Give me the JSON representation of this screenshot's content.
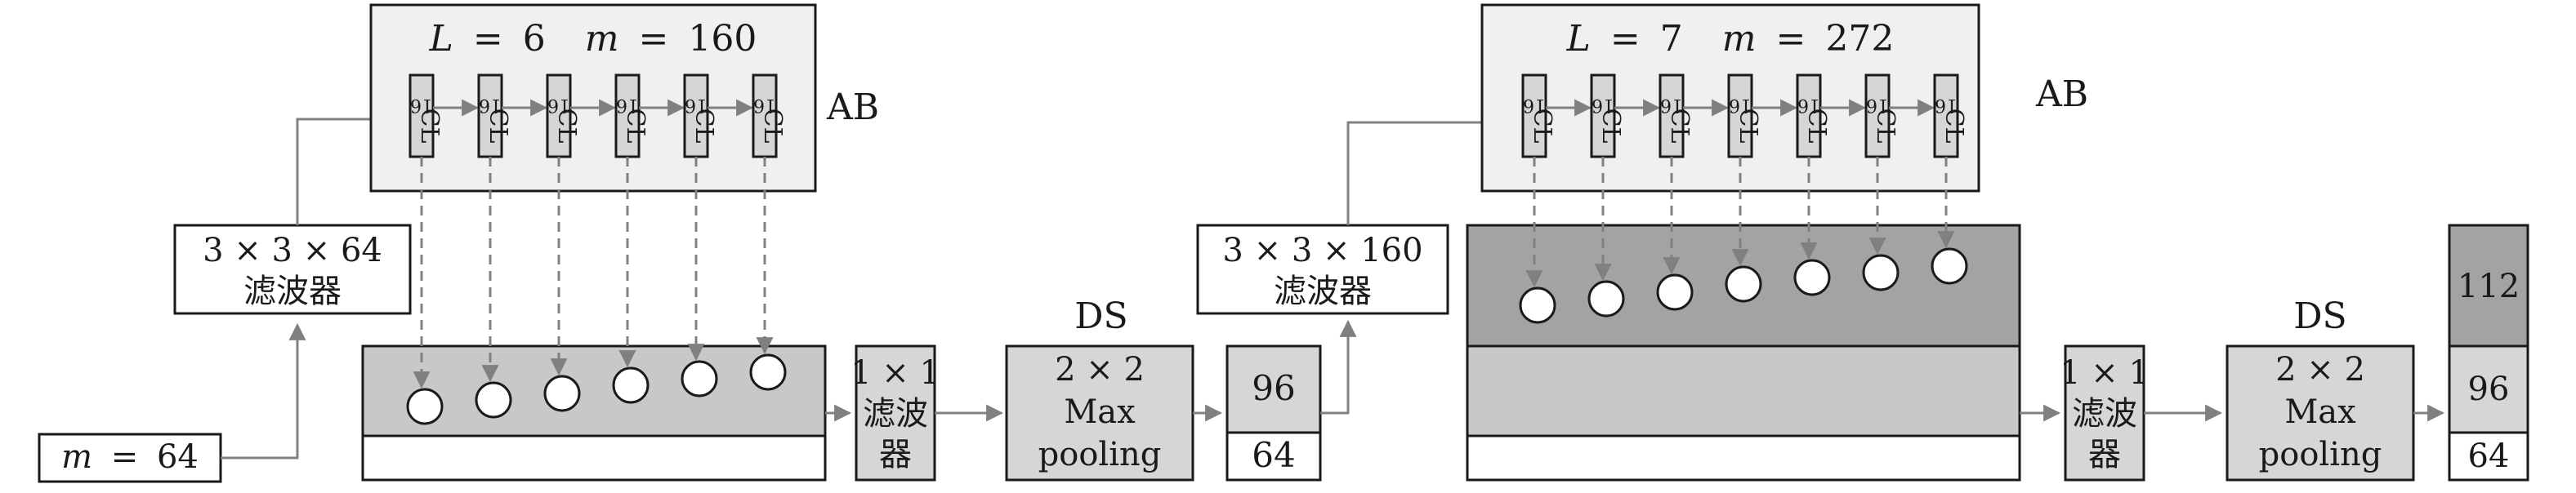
{
  "colors": {
    "stroke": "#1a1a1a",
    "arrow": "#808080",
    "block_fill": "#f0f0f0",
    "unit_fill": "#d6d6d6",
    "light_fill": "#c8c8c8",
    "dark_fill": "#a3a3a3"
  },
  "left": {
    "input": {
      "var": "m",
      "eq": "=",
      "num": "64"
    },
    "filter": {
      "line1": "3 × 3 × 64",
      "line2": "滤波器"
    },
    "block": {
      "L_var": "L",
      "L_eq": "=",
      "L_val": "6",
      "m_var": "m",
      "m_eq": "=",
      "m_val": "160",
      "unit_top": "16",
      "unit_bottom": "CL",
      "side_label": "AB"
    },
    "conv1x1": {
      "line1": "1 × 1",
      "line2": "滤波",
      "line3": "器"
    },
    "ds": {
      "label": "DS",
      "line1": "2 × 2",
      "line2": "Max",
      "line3": "pooling"
    },
    "out": {
      "top": "96",
      "bottom": "64"
    }
  },
  "right": {
    "filter": {
      "line1": "3 × 3 × 160",
      "line2": "滤波器"
    },
    "block": {
      "L_var": "L",
      "L_eq": "=",
      "L_val": "7",
      "m_var": "m",
      "m_eq": "=",
      "m_val": "272",
      "unit_top": "16",
      "unit_bottom": "CL",
      "side_label": "AB"
    },
    "conv1x1": {
      "line1": "1 × 1",
      "line2": "滤波",
      "line3": "器"
    },
    "ds": {
      "label": "DS",
      "line1": "2 × 2",
      "line2": "Max",
      "line3": "pooling"
    },
    "out": {
      "top": "112",
      "middle": "96",
      "bottom": "64"
    }
  }
}
